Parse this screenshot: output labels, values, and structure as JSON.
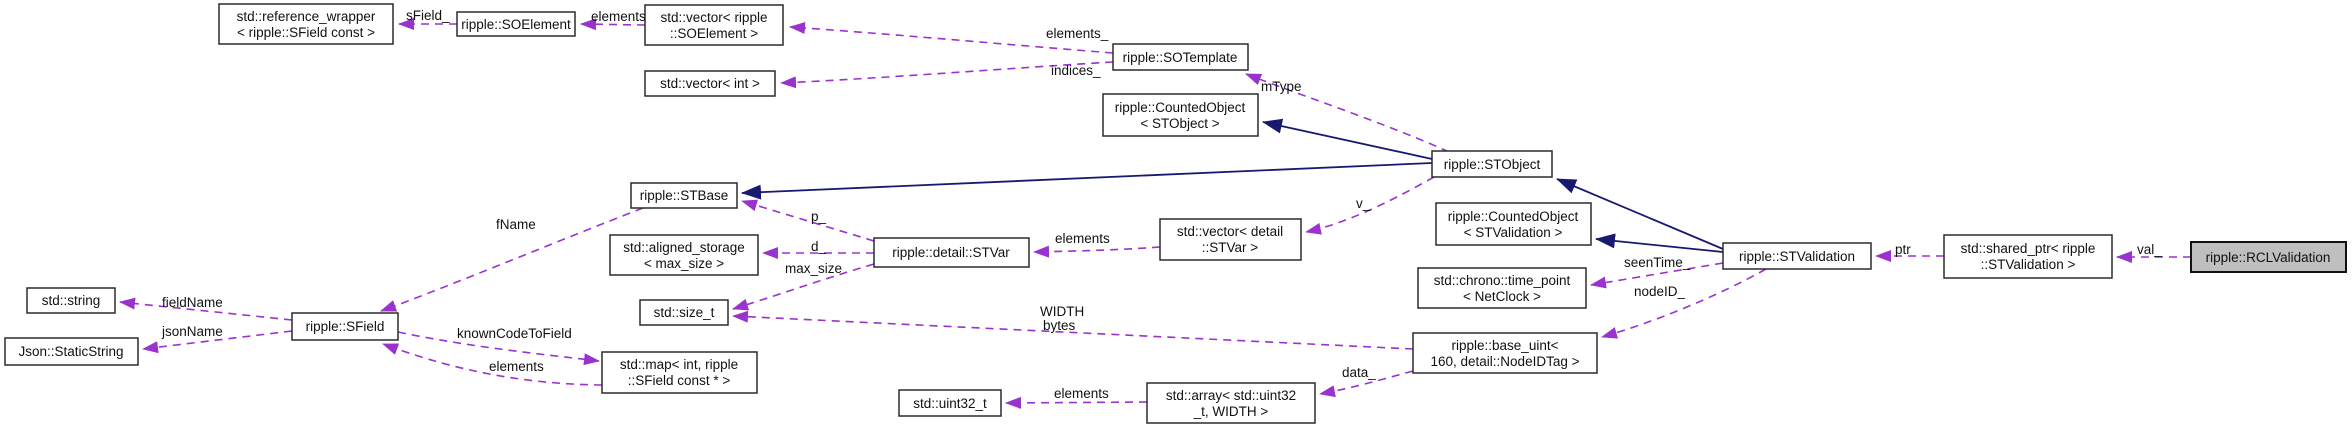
{
  "diagram": {
    "kind": "collaboration-graph",
    "main_node": "ripple::RCLValidation",
    "colors": {
      "background": "#ffffff",
      "node_fill": "#ffffff",
      "node_border": "#2b2b2b",
      "main_node_fill": "#bfbfbf",
      "usage_edge": "#9a32cd",
      "inheritance_edge": "#191970",
      "text": "#111111"
    },
    "nodes": [
      {
        "id": "reference-wrapper",
        "lines": [
          "std::reference_wrapper",
          "< ripple::SField const >"
        ]
      },
      {
        "id": "soelement",
        "lines": [
          "ripple::SOElement"
        ]
      },
      {
        "id": "vector-soelement",
        "lines": [
          "std::vector< ripple",
          "::SOElement >"
        ]
      },
      {
        "id": "vector-int",
        "lines": [
          "std::vector< int >"
        ]
      },
      {
        "id": "sotemplate",
        "lines": [
          "ripple::SOTemplate"
        ]
      },
      {
        "id": "counted-object-stobject",
        "lines": [
          "ripple::CountedObject",
          "< STObject >"
        ]
      },
      {
        "id": "stobject",
        "lines": [
          "ripple::STObject"
        ]
      },
      {
        "id": "stbase",
        "lines": [
          "ripple::STBase"
        ]
      },
      {
        "id": "aligned-storage",
        "lines": [
          "std::aligned_storage",
          "< max_size >"
        ]
      },
      {
        "id": "stvar",
        "lines": [
          "ripple::detail::STVar"
        ]
      },
      {
        "id": "vector-stvar",
        "lines": [
          "std::vector< detail",
          "::STVar >"
        ]
      },
      {
        "id": "counted-object-stvalidation",
        "lines": [
          "ripple::CountedObject",
          "< STValidation >"
        ]
      },
      {
        "id": "time-point",
        "lines": [
          "std::chrono::time_point",
          "< NetClock >"
        ]
      },
      {
        "id": "stvalidation",
        "lines": [
          "ripple::STValidation"
        ]
      },
      {
        "id": "shared-ptr",
        "lines": [
          "std::shared_ptr< ripple",
          "::STValidation >"
        ]
      },
      {
        "id": "rclvalidation",
        "lines": [
          "ripple::RCLValidation"
        ]
      },
      {
        "id": "string",
        "lines": [
          "std::string"
        ]
      },
      {
        "id": "static-string",
        "lines": [
          "Json::StaticString"
        ]
      },
      {
        "id": "sfield",
        "lines": [
          "ripple::SField"
        ]
      },
      {
        "id": "map-int-sfield",
        "lines": [
          "std::map< int, ripple",
          "::SField const * >"
        ]
      },
      {
        "id": "size-t",
        "lines": [
          "std::size_t"
        ]
      },
      {
        "id": "uint32-t",
        "lines": [
          "std::uint32_t"
        ]
      },
      {
        "id": "array-uint32",
        "lines": [
          "std::array< std::uint32",
          "_t, WIDTH >"
        ]
      },
      {
        "id": "base-uint",
        "lines": [
          "ripple::base_uint<",
          "160, detail::NodeIDTag >"
        ]
      }
    ],
    "edges": [
      {
        "from": "soelement",
        "to": "reference-wrapper",
        "kind": "usage",
        "label": "sField_"
      },
      {
        "from": "vector-soelement",
        "to": "soelement",
        "kind": "usage",
        "label": "elements"
      },
      {
        "from": "sotemplate",
        "to": "vector-soelement",
        "kind": "usage",
        "label": "elements_"
      },
      {
        "from": "sotemplate",
        "to": "vector-int",
        "kind": "usage",
        "label": "indices_"
      },
      {
        "from": "stobject",
        "to": "sotemplate",
        "kind": "usage",
        "label": "mType"
      },
      {
        "from": "stobject",
        "to": "counted-object-stobject",
        "kind": "inheritance",
        "label": ""
      },
      {
        "from": "stobject",
        "to": "stbase",
        "kind": "inheritance",
        "label": ""
      },
      {
        "from": "stobject",
        "to": "vector-stvar",
        "kind": "usage",
        "label": "v_"
      },
      {
        "from": "vector-stvar",
        "to": "stvar",
        "kind": "usage",
        "label": "elements"
      },
      {
        "from": "stvar",
        "to": "stbase",
        "kind": "usage",
        "label": "p_"
      },
      {
        "from": "stvar",
        "to": "aligned-storage",
        "kind": "usage",
        "label": "d_"
      },
      {
        "from": "stvar",
        "to": "size-t",
        "kind": "usage",
        "label": "max_size"
      },
      {
        "from": "stbase",
        "to": "sfield",
        "kind": "usage",
        "label": "fName"
      },
      {
        "from": "sfield",
        "to": "string",
        "kind": "usage",
        "label": "fieldName"
      },
      {
        "from": "sfield",
        "to": "static-string",
        "kind": "usage",
        "label": "jsonName"
      },
      {
        "from": "sfield",
        "to": "map-int-sfield",
        "kind": "usage",
        "label": "knownCodeToField"
      },
      {
        "from": "map-int-sfield",
        "to": "sfield",
        "kind": "usage",
        "label": "elements"
      },
      {
        "from": "stvalidation",
        "to": "stobject",
        "kind": "inheritance",
        "label": ""
      },
      {
        "from": "stvalidation",
        "to": "counted-object-stvalidation",
        "kind": "inheritance",
        "label": ""
      },
      {
        "from": "stvalidation",
        "to": "time-point",
        "kind": "usage",
        "label": "seenTime_"
      },
      {
        "from": "stvalidation",
        "to": "base-uint",
        "kind": "usage",
        "label": "nodeID_"
      },
      {
        "from": "base-uint",
        "to": "size-t",
        "kind": "usage",
        "label": "",
        "label_lines": [
          "WIDTH",
          "bytes"
        ]
      },
      {
        "from": "base-uint",
        "to": "array-uint32",
        "kind": "usage",
        "label": "data_"
      },
      {
        "from": "array-uint32",
        "to": "uint32-t",
        "kind": "usage",
        "label": "elements"
      },
      {
        "from": "shared-ptr",
        "to": "stvalidation",
        "kind": "usage",
        "label": "ptr"
      },
      {
        "from": "rclvalidation",
        "to": "shared-ptr",
        "kind": "usage",
        "label": "val_"
      }
    ]
  }
}
